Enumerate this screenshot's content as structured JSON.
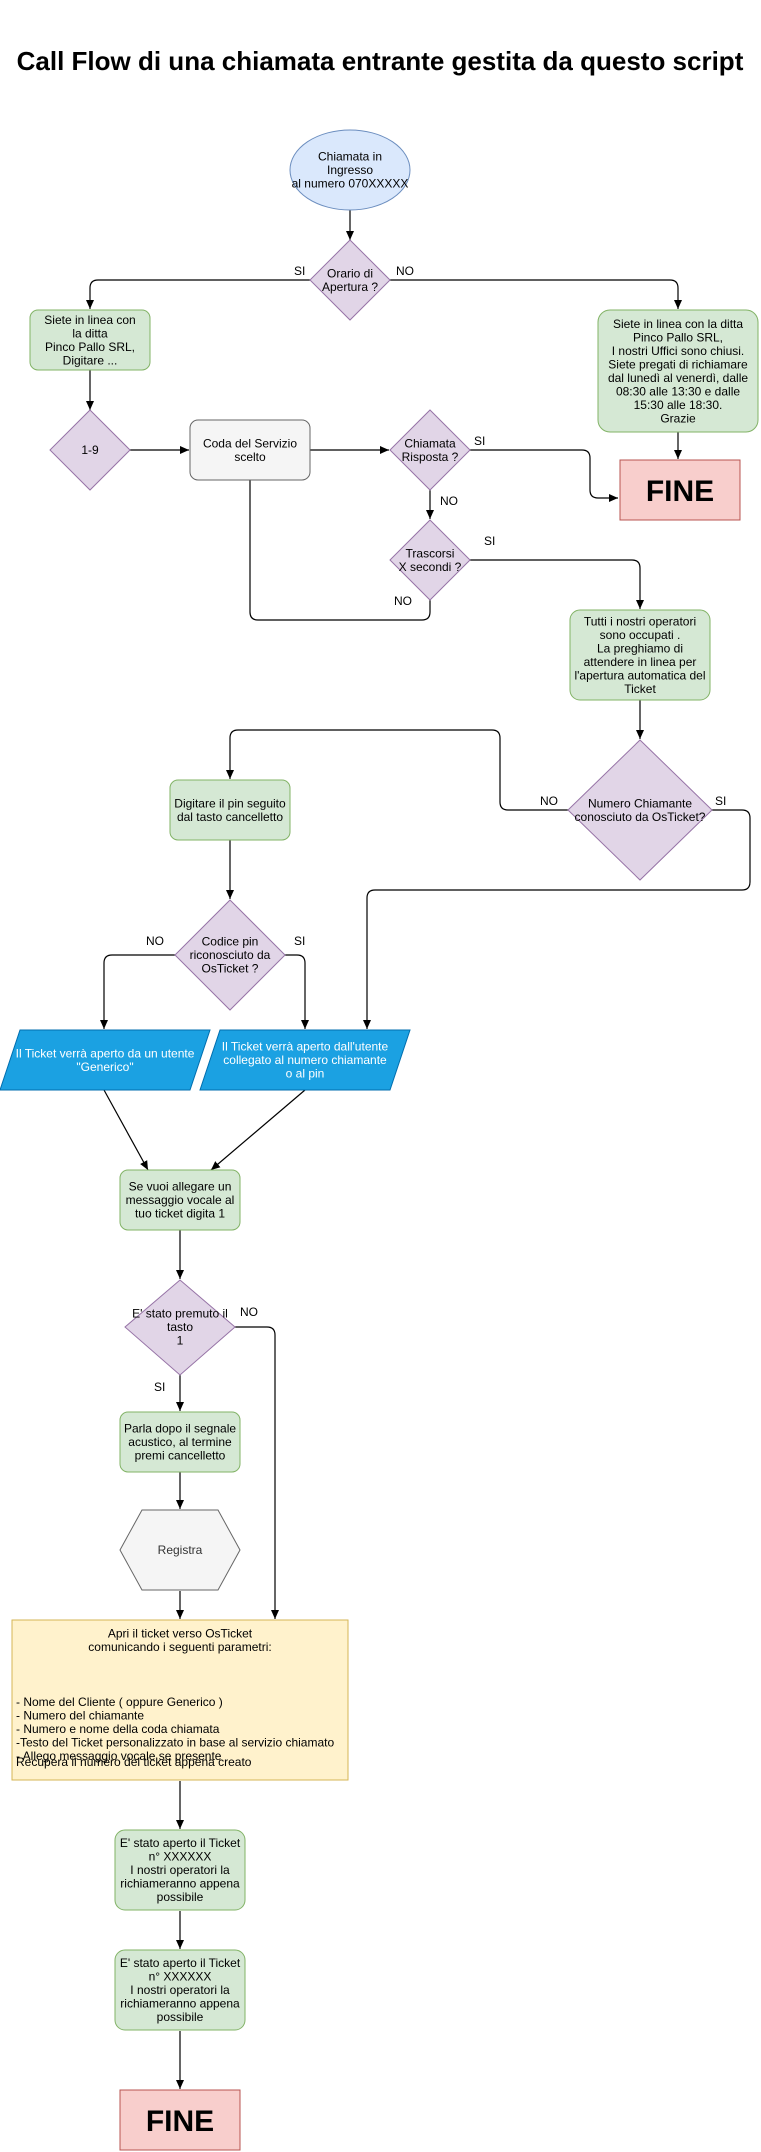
{
  "title": "Call Flow di una chiamata entrante gestita da questo script",
  "colors": {
    "start_fill": "#dae8fc",
    "start_stroke": "#6c8ebf",
    "decision_fill": "#e1d5e7",
    "decision_stroke": "#9673a6",
    "message_fill": "#d5e8d4",
    "message_stroke": "#82b366",
    "end_fill": "#f8cecc",
    "end_stroke": "#b85450",
    "queue_fill": "#f5f5f5",
    "queue_stroke": "#666666",
    "ticket_fill": "#1ba1e2",
    "ticket_stroke": "#006eaf",
    "note_fill": "#fff2cc",
    "note_stroke": "#d6b656"
  },
  "nodes": {
    "start": [
      "Chiamata in",
      "Ingresso",
      "al numero 070XXXXX"
    ],
    "d_orario": [
      "Orario di",
      "Apertura ?"
    ],
    "msg_open": [
      "Siete in linea con",
      "la ditta",
      "Pinco Pallo SRL,",
      "Digitare ..."
    ],
    "msg_closed": [
      "Siete in linea con la ditta",
      "Pinco Pallo SRL,",
      "I nostri Uffici sono chiusi.",
      "Siete pregati di richiamare",
      "dal lunedì al venerdì, dalle",
      "08:30 alle 13:30 e dalle",
      "15:30 alle 18:30.",
      "Grazie"
    ],
    "d_choice": [
      "1-9"
    ],
    "queue": [
      "Coda del Servizio",
      "scelto"
    ],
    "d_answered": [
      "Chiamata",
      "Risposta ?"
    ],
    "end1": "FINE",
    "d_timeout": [
      "Trascorsi",
      "X secondi ?"
    ],
    "msg_busy": [
      "Tutti i nostri operatori",
      "sono occupati .",
      "La preghiamo di",
      "attendere in linea per",
      "l'apertura automatica del",
      "Ticket"
    ],
    "d_known": [
      "Numero Chiamante",
      "conosciuto da OsTicket?"
    ],
    "msg_pin": [
      "Digitare il pin seguito",
      "dal tasto cancelletto"
    ],
    "d_pin": [
      "Codice pin",
      "riconosciuto da",
      "OsTicket ?"
    ],
    "ticket_generic": [
      "Il Ticket verrà aperto da un utente",
      "\"Generico\""
    ],
    "ticket_user": [
      "Il Ticket verrà aperto dall'utente",
      "collegato al numero chiamante",
      "o al pin"
    ],
    "msg_attach": [
      "Se vuoi allegare un",
      "messaggio vocale al",
      "tuo ticket digita 1"
    ],
    "d_key1": [
      "E' stato premuto il",
      "tasto",
      "1"
    ],
    "msg_record": [
      "Parla dopo il segnale",
      "acustico, al termine",
      "premi cancelletto"
    ],
    "record": [
      "Registra"
    ],
    "api_title": [
      "Apri il ticket verso OsTicket",
      "comunicando i seguenti parametri:"
    ],
    "api_params": [
      "- Nome del Cliente ( oppure Generico )",
      "- Numero del chiamante",
      "- Numero e nome della coda chiamata",
      "-Testo del Ticket personalizzato in base al servizio chiamato",
      "- Allego messaggio vocale se presente"
    ],
    "api_footer": [
      "Recupera il numero del ticket appena creato"
    ],
    "msg_ticket1": [
      "E' stato aperto il Ticket",
      "n° XXXXXX",
      "I nostri operatori la",
      "richiameranno appena",
      "possibile"
    ],
    "msg_ticket2": [
      "E' stato aperto il Ticket",
      "n° XXXXXX",
      "I nostri operatori la",
      "richiameranno appena",
      "possibile"
    ],
    "end2": "FINE"
  },
  "edge_labels": {
    "orario_si": "SI",
    "orario_no": "NO",
    "answered_si": "SI",
    "answered_no": "NO",
    "timeout_si": "SI",
    "timeout_no": "NO",
    "known_no": "NO",
    "known_si": "SI",
    "pin_no": "NO",
    "pin_si": "SI",
    "key1_no": "NO",
    "key1_si": "SI"
  }
}
